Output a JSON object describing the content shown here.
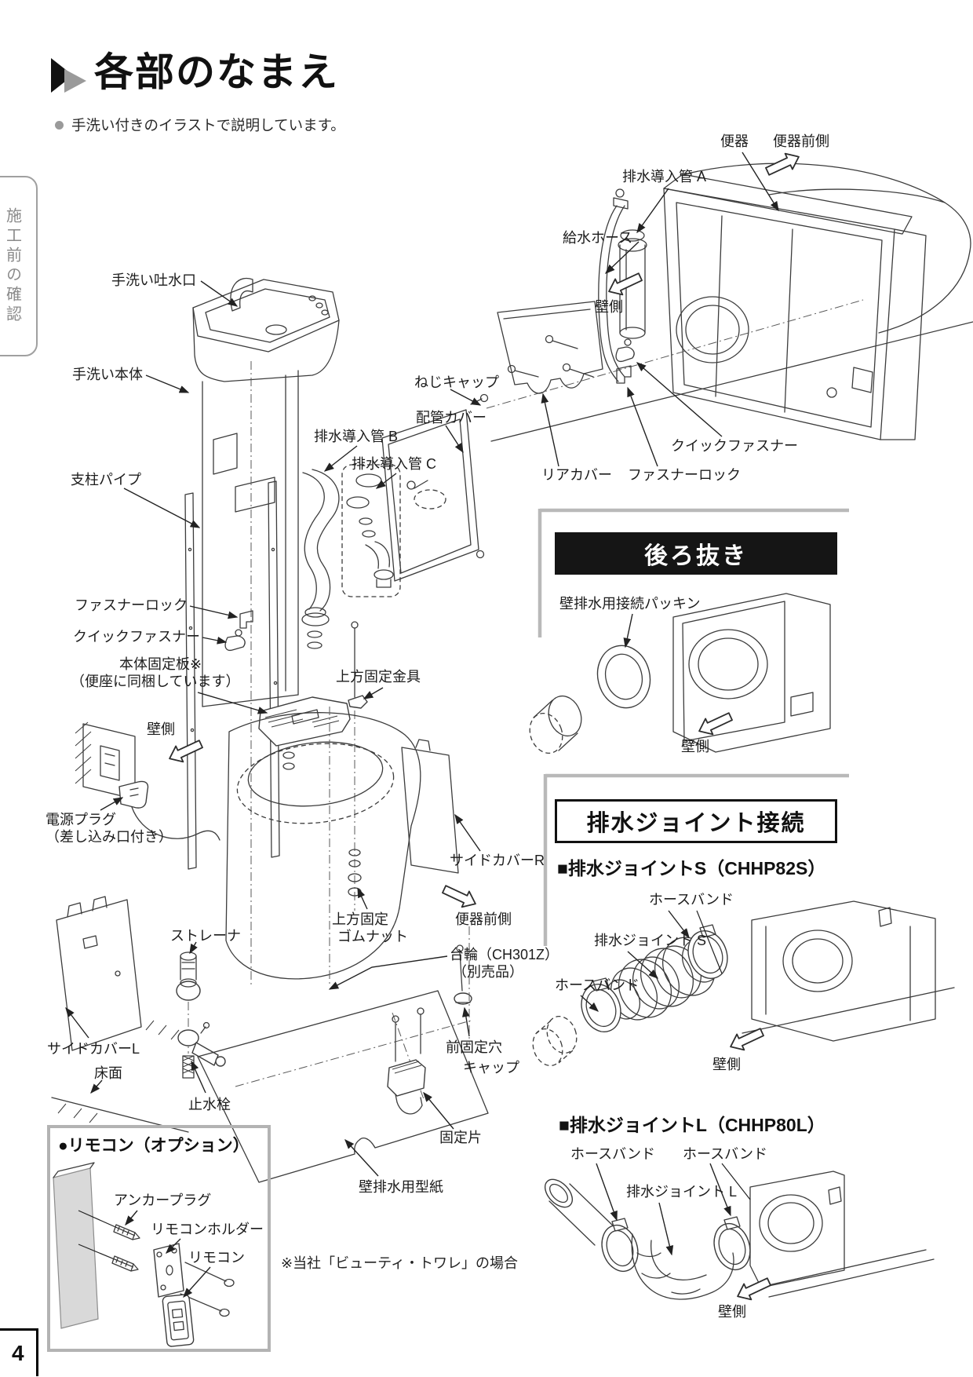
{
  "page": {
    "number": "4",
    "side_tab": "施工前の確認",
    "title": "各部のなまえ",
    "intro": "手洗い付きのイラストで説明しています。",
    "note": "※当社「ビューティ・トワレ」の場合"
  },
  "colors": {
    "header_bar_bg": "#151515",
    "header_bar_text": "#ffffff",
    "section_border_gray": "#b9b9b9",
    "line_art": "#3c3c3c",
    "tab_text": "#8a8a8a"
  },
  "sections": {
    "ushironuki": {
      "header": "後ろ抜き"
    },
    "joint": {
      "header": "排水ジョイント接続",
      "s_subheader": "■排水ジョイントS（CHHP82S）",
      "l_subheader": "■排水ジョイントL（CHHP80L）"
    },
    "remote": {
      "header": "●リモコン（オプション）"
    }
  },
  "labels": {
    "main": {
      "spout": "手洗い吐水口",
      "body": "手洗い本体",
      "screw_cap": "ねじキャップ",
      "pipe_cover": "配管カバー",
      "drain_b": "排水導入管 B",
      "drain_c": "排水導入管 C",
      "support_pipe": "支柱パイプ",
      "fastener_lock": "ファスナーロック",
      "quick_fastener": "クイックファスナー",
      "fixing_plate_1": "本体固定板※",
      "fixing_plate_2": "（便座に同梱しています）",
      "upper_bracket": "上方固定金具",
      "wall_side": "壁側",
      "power_plug_1": "電源プラグ",
      "power_plug_2": "（差し込み口付き）",
      "side_cover_r": "サイドカバーR",
      "strainer": "ストレーナ",
      "rubber_nut_1": "上方固定",
      "rubber_nut_2": "ゴムナット",
      "toilet_front": "便器前側",
      "base_ring_1": "台輪（CH301Z）",
      "base_ring_2": "（別売品）",
      "side_cover_l": "サイドカバーL",
      "floor": "床面",
      "stop_valve": "止水栓",
      "front_hole_1": "前固定穴",
      "front_hole_2": "キャップ",
      "fixing_piece": "固定片",
      "wall_template": "壁排水用型紙"
    },
    "rear": {
      "toilet": "便器",
      "toilet_front": "便器前側",
      "drain_a": "排水導入管 A",
      "supply_hose": "給水ホース",
      "wall_side": "壁側",
      "rear_cover": "リアカバー",
      "fastener_lock": "ファスナーロック",
      "quick_fastener": "クイックファスナー"
    },
    "ushironuki": {
      "packing": "壁排水用接続パッキン",
      "wall_side": "壁側"
    },
    "joint_s": {
      "band_top": "ホースバンド",
      "band_left": "ホースバンド",
      "joint": "排水ジョイント S",
      "wall_side": "壁側"
    },
    "joint_l": {
      "band_left": "ホースバンド",
      "band_right": "ホースバンド",
      "joint": "排水ジョイント L",
      "wall_side": "壁側"
    },
    "remote": {
      "anchor": "アンカープラグ",
      "holder": "リモコンホルダー",
      "remote": "リモコン"
    }
  }
}
